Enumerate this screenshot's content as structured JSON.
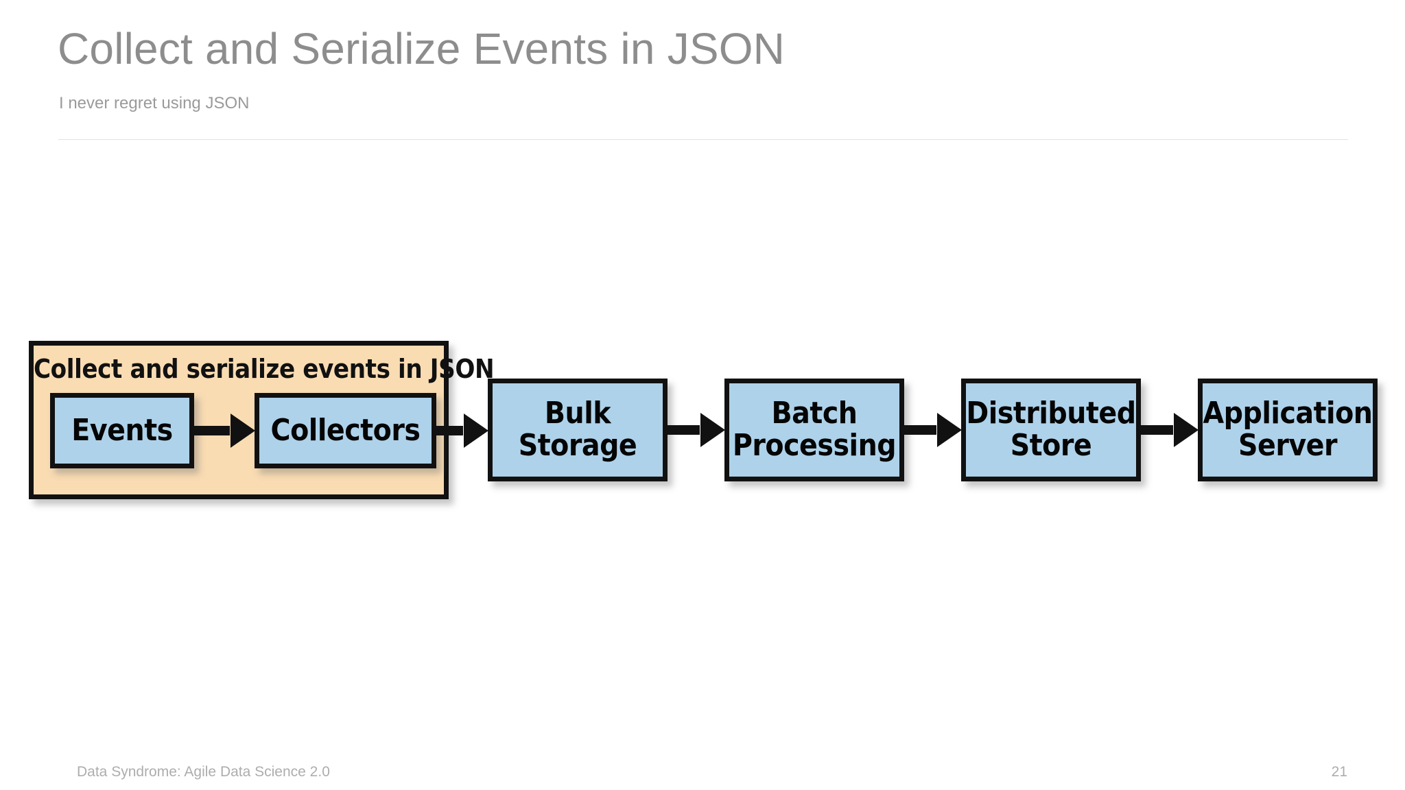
{
  "slide": {
    "title": "Collect and Serialize Events in JSON",
    "subtitle": "I never regret using JSON",
    "background_color": "#ffffff",
    "title_color": "#8d8d8d",
    "divider_color": "#e2e2e2"
  },
  "diagram": {
    "type": "flow-pipeline",
    "group": {
      "label": "Collect and serialize events in JSON",
      "fill_color": "#fadcb3",
      "stroke_color": "#111111",
      "nodes": [
        {
          "label": "Events",
          "lines": [
            "Events"
          ]
        },
        {
          "label": "Collectors",
          "lines": [
            "Collectors"
          ]
        }
      ]
    },
    "node_fill_color": "#aed2ea",
    "node_stroke_color": "#111111",
    "nodes": [
      {
        "label": "Bulk Storage",
        "lines": [
          "Bulk",
          "Storage"
        ]
      },
      {
        "label": "Batch Processing",
        "lines": [
          "Batch",
          "Processing"
        ]
      },
      {
        "label": "Distributed Store",
        "lines": [
          "Distributed",
          "Store"
        ]
      },
      {
        "label": "Application Server",
        "lines": [
          "Application",
          "Server"
        ]
      }
    ],
    "arrows": [
      {
        "from": "Events",
        "to": "Collectors"
      },
      {
        "from": "Collectors",
        "to": "Bulk Storage"
      },
      {
        "from": "Bulk Storage",
        "to": "Batch Processing"
      },
      {
        "from": "Batch Processing",
        "to": "Distributed Store"
      },
      {
        "from": "Distributed Store",
        "to": "Application Server"
      }
    ]
  },
  "footer": {
    "source": "Data Syndrome: Agile Data Science 2.0",
    "page_number": "21"
  }
}
